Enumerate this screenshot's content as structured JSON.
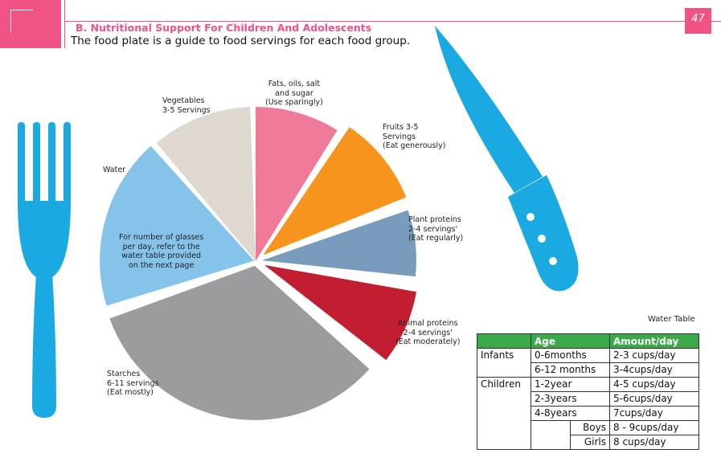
{
  "header": {
    "page_number": "47",
    "section_title": "B. Nutritional Support For Children And Adolescents",
    "subtitle": "The food plate is a guide to food servings for each food group."
  },
  "plate": {
    "fats": [
      "Fats, oils, salt",
      "and sugar",
      "(Use sparingly)"
    ],
    "vegetables": [
      "Vegetables",
      "3-5 Servings"
    ],
    "water": "Water",
    "water_note": [
      "For number of glasses",
      "per day, refer to the",
      "water table provided",
      "on the next page"
    ],
    "fruits": [
      "Fruits 3-5",
      "Servings",
      "(Eat generously)"
    ],
    "plant_proteins": [
      "Plant proteins",
      "2-4 servings'",
      "(Eat regularly)"
    ],
    "animal_proteins": [
      "Animal proteins",
      "2-4 servings'",
      "(Eat moderately)"
    ],
    "starches": [
      "Starches",
      "6-11 servings",
      "(Eat mostly)"
    ],
    "colors": {
      "fats": "#ef7a9a",
      "vegetables": "#ded8d0",
      "water": "#86c3ea",
      "fruits": "#f7941d",
      "plant": "#7a9cbc",
      "animal": "#c11f31",
      "starches": "#9c9c9e",
      "utensil": "#1aa9e0"
    }
  },
  "water_table": {
    "title": "Water Table",
    "headers": [
      "",
      "Age",
      "Amount/day"
    ],
    "infants_label": "Infants",
    "children_label": "Children",
    "rows": [
      {
        "age": "0-6months",
        "amount": "2-3 cups/day"
      },
      {
        "age": "6-12 months",
        "amount": "3-4cups/day"
      },
      {
        "age": "1-2year",
        "amount": "4-5 cups/day"
      },
      {
        "age": "2-3years",
        "amount": "5-6cups/day"
      },
      {
        "age": "4-8years",
        "amount": "7cups/day"
      },
      {
        "age": "Boys",
        "amount": "8 - 9cups/day"
      },
      {
        "age": "Girls",
        "amount": "8 cups/day"
      }
    ]
  }
}
